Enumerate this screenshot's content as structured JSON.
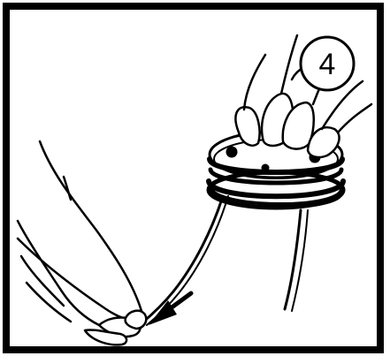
{
  "step": {
    "number": "4"
  },
  "icons": {
    "callout": "step-number-circle",
    "arrow": "pull-direction-arrow"
  }
}
